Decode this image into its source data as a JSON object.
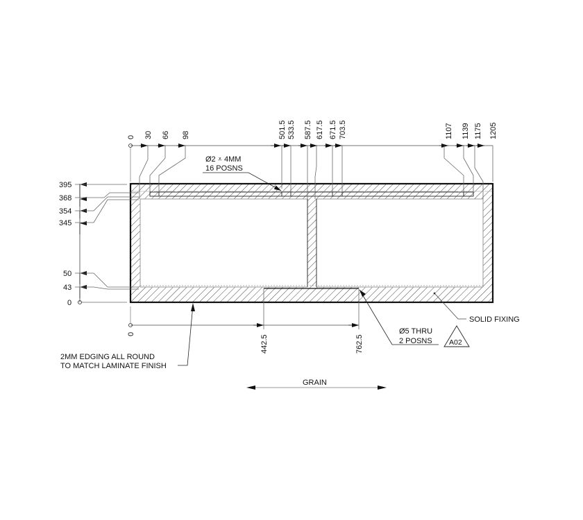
{
  "drawing": {
    "type": "panel-elevation",
    "units": "mm",
    "overall_width": 1205,
    "overall_height": 395,
    "colors": {
      "line": "#111111",
      "dim_line": "#444444",
      "leader": "#8a8a8a",
      "hatch": "#333333"
    }
  },
  "top_dimensions": {
    "origin_label": "0",
    "labels": [
      "30",
      "66",
      "98",
      "501.5",
      "533.5",
      "587.5",
      "617.5",
      "671.5",
      "703.5",
      "1107",
      "1139",
      "1175",
      "1205"
    ]
  },
  "left_dimensions": {
    "origin_label": "0",
    "labels": [
      "395",
      "368",
      "354",
      "345",
      "50",
      "43",
      "0"
    ]
  },
  "bottom_dimensions": {
    "origin_label": "0",
    "labels": [
      "442.5",
      "762.5"
    ]
  },
  "annotations": {
    "hole_top": {
      "line1": "Ø2 ⩡ 4MM",
      "line2": "16 POSNS"
    },
    "hole_bottom": {
      "line1": "Ø5 THRU",
      "line2": "2 POSNS"
    },
    "solid_fixing": "SOLID FIXING",
    "edging": {
      "line1": "2MM EDGING ALL ROUND",
      "line2": "TO MATCH LAMINATE FINISH"
    },
    "revision_tag": "A02",
    "grain": "GRAIN"
  }
}
